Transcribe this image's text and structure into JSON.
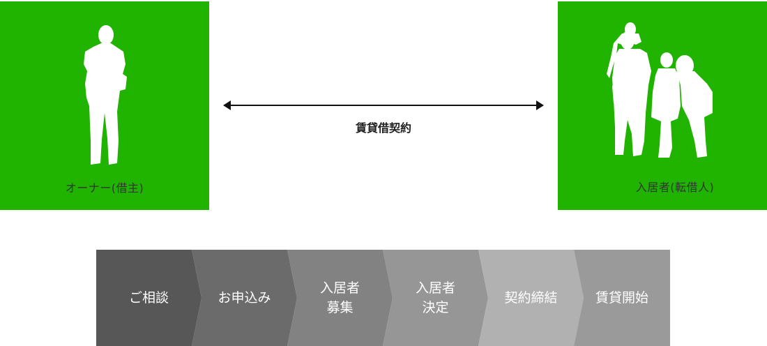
{
  "owner": {
    "label": "オーナー(借主)",
    "icon": "standing-man-silhouette-icon"
  },
  "tenant": {
    "label": "入居者(転借人)",
    "icon": "family-silhouette-icon"
  },
  "contract": {
    "label": "賃貸借契約",
    "icon": "double-arrow-icon"
  },
  "colors": {
    "party_bg": "#20b300",
    "step1": "#585757",
    "step2": "#6b6b6b",
    "step3": "#828282",
    "step4": "#969696",
    "step5": "#b1b1b1",
    "step6": "#9a9a9a"
  },
  "steps": [
    {
      "line1": "ご相談",
      "line2": ""
    },
    {
      "line1": "お申込み",
      "line2": ""
    },
    {
      "line1": "入居者",
      "line2": "募集"
    },
    {
      "line1": "入居者",
      "line2": "決定"
    },
    {
      "line1": "契約締結",
      "line2": ""
    },
    {
      "line1": "賃貸開始",
      "line2": ""
    }
  ]
}
